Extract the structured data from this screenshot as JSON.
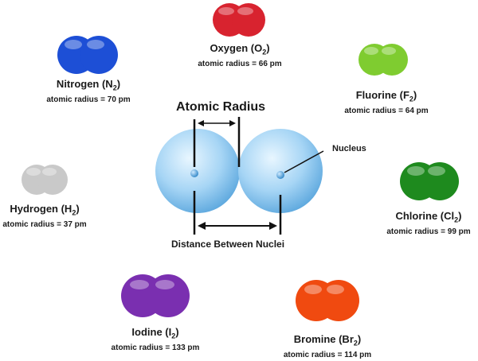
{
  "center": {
    "title": "Atomic Radius",
    "distance_label": "Distance Between Nuclei",
    "nucleus_label": "Nucleus"
  },
  "molecules": [
    {
      "key": "oxygen",
      "name": "Oxygen (O",
      "sub": "2",
      "close": ")",
      "radius": "atomic radius = 66 pm",
      "color": "#d8232f"
    },
    {
      "key": "nitrogen",
      "name": "Nitrogen (N",
      "sub": "2",
      "close": ")",
      "radius": "atomic radius = 70 pm",
      "color": "#1d4fd6"
    },
    {
      "key": "fluorine",
      "name": "Fluorine (F",
      "sub": "2",
      "close": ")",
      "radius": "atomic radius = 64 pm",
      "color": "#7fcc30"
    },
    {
      "key": "hydrogen",
      "name": "Hydrogen (H",
      "sub": "2",
      "close": ")",
      "radius": "atomic radius = 37 pm",
      "color": "#c9c9c9"
    },
    {
      "key": "chlorine",
      "name": "Chlorine (Cl",
      "sub": "2",
      "close": ")",
      "radius": "atomic radius = 99 pm",
      "color": "#1e8a1e"
    },
    {
      "key": "iodine",
      "name": "Iodine (I",
      "sub": "2",
      "close": ")",
      "radius": "atomic radius = 133 pm",
      "color": "#7a2fb0"
    },
    {
      "key": "bromine",
      "name": "Bromine (Br",
      "sub": "2",
      "close": ")",
      "radius": "atomic radius = 114 pm",
      "color": "#f04a10"
    }
  ]
}
